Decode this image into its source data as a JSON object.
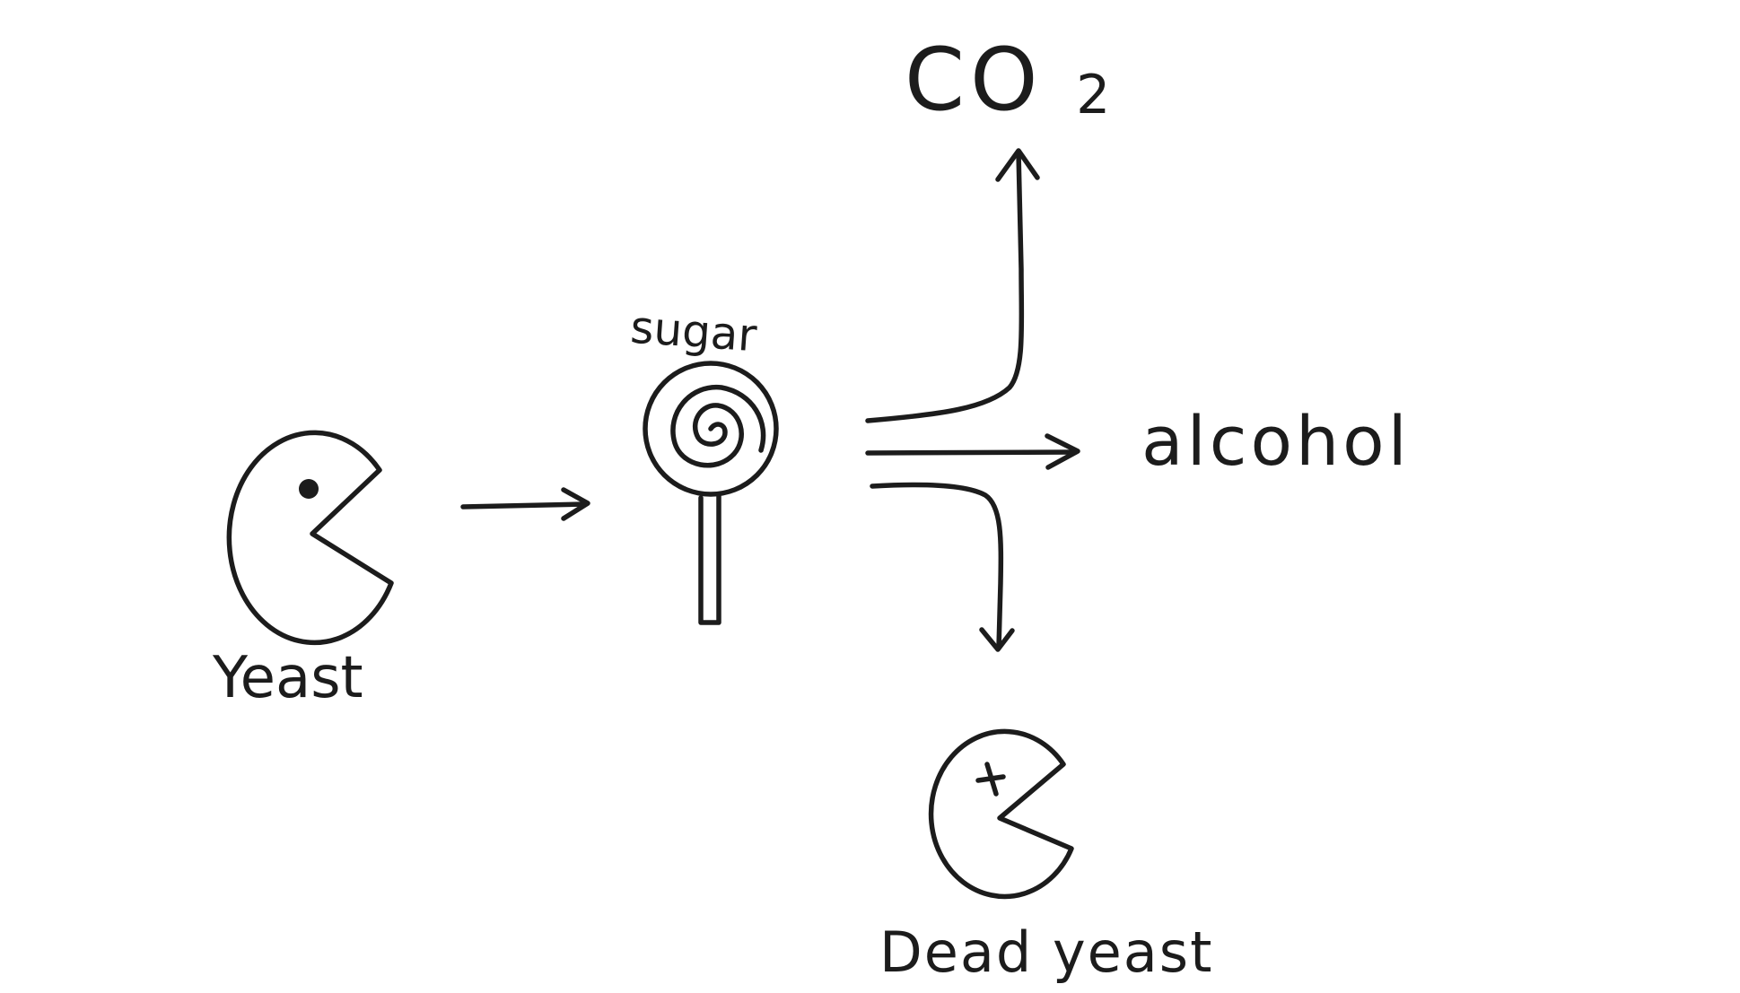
{
  "nodes": {
    "yeast": {
      "label": "Yeast",
      "icon": "pacman-yeast-icon"
    },
    "sugar": {
      "label": "sugar",
      "icon": "lollipop-icon"
    },
    "co2": {
      "label_main": "CO",
      "label_sub": "2"
    },
    "alcohol": {
      "label": "alcohol"
    },
    "dead_yeast": {
      "label": "Dead yeast",
      "icon": "dead-pacman-icon"
    }
  },
  "edges": [
    {
      "from": "yeast",
      "to": "sugar"
    },
    {
      "from": "sugar",
      "to": "co2"
    },
    {
      "from": "sugar",
      "to": "alcohol"
    },
    {
      "from": "sugar",
      "to": "dead_yeast"
    }
  ],
  "colors": {
    "ink": "#1c1c1c",
    "background": "#ffffff"
  }
}
